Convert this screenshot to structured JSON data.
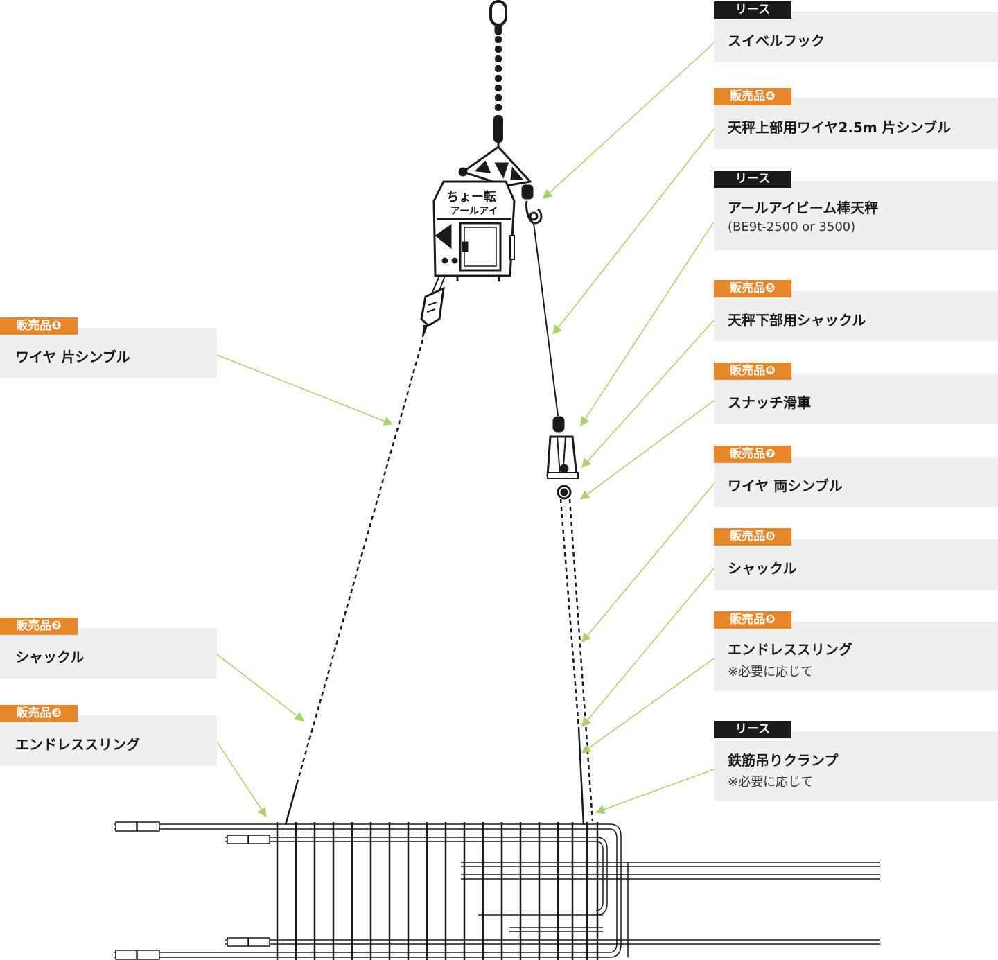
{
  "colors": {
    "lease_tag": "#1a1a1a",
    "sale_tag": "#e8862a",
    "leader_line": "#a8d26a",
    "panel": "#efefef"
  },
  "machine": {
    "brand_main": "ちょー転",
    "brand_sub": "アールアイ"
  },
  "right_callouts": [
    {
      "tag": "リース",
      "tag_type": "lease",
      "title": "スイベルフック"
    },
    {
      "tag": "販売品❹",
      "tag_type": "sale",
      "title": "天秤上部用ワイヤ2.5m 片シンブル"
    },
    {
      "tag": "リース",
      "tag_type": "lease",
      "title": "アールアイビーム棒天秤",
      "subtitle": "(BE9t-2500 or 3500)"
    },
    {
      "tag": "販売品❺",
      "tag_type": "sale",
      "title": "天秤下部用シャックル"
    },
    {
      "tag": "販売品❻",
      "tag_type": "sale",
      "title": "スナッチ滑車"
    },
    {
      "tag": "販売品❼",
      "tag_type": "sale",
      "title": "ワイヤ 両シンブル"
    },
    {
      "tag": "販売品❽",
      "tag_type": "sale",
      "title": "シャックル"
    },
    {
      "tag": "販売品❾",
      "tag_type": "sale",
      "title": "エンドレススリング",
      "subtitle": "※必要に応じて"
    },
    {
      "tag": "リース",
      "tag_type": "lease",
      "title": "鉄筋吊りクランプ",
      "subtitle": "※必要に応じて"
    }
  ],
  "left_callouts": [
    {
      "tag": "販売品❶",
      "tag_type": "sale",
      "title": "ワイヤ 片シンブル"
    },
    {
      "tag": "販売品❷",
      "tag_type": "sale",
      "title": "シャックル"
    },
    {
      "tag": "販売品❸",
      "tag_type": "sale",
      "title": "エンドレススリング"
    }
  ]
}
